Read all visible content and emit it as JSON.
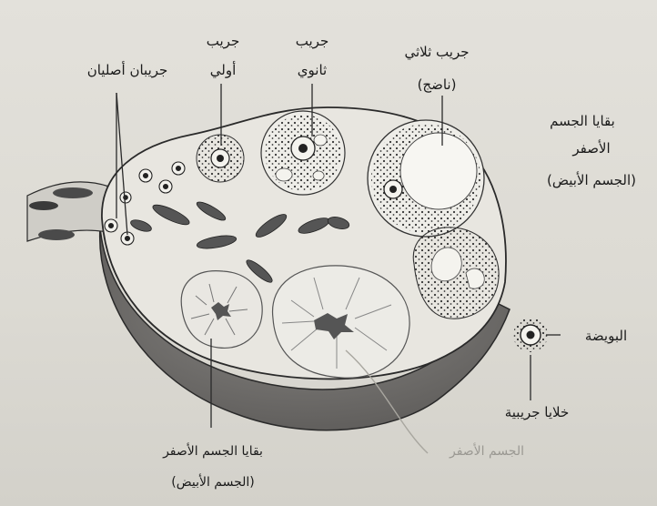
{
  "diagram": {
    "labels": {
      "primordial_follicles": "جريبان أصليان",
      "primary_follicle_l1": "جريب",
      "primary_follicle_l2": "أولي",
      "secondary_follicle_l1": "جريب",
      "secondary_follicle_l2": "ثانوي",
      "tertiary_follicle_l1": "جريب ثلاثي",
      "tertiary_follicle_l2": "(ناضج)",
      "corpus_luteum_remnant_right_l1": "بقايا الجسم",
      "corpus_luteum_remnant_right_l2": "الأصفر",
      "corpus_luteum_remnant_right_l3": "(الجسم الأبيض)",
      "ovum": "البويضة",
      "follicular_cells": "خلايا جريبية",
      "corpus_luteum_remnant_bottom_l1": "بقايا الجسم الأصفر",
      "corpus_luteum_remnant_bottom_l2": "(الجسم الأبيض)",
      "corpus_luteum": "الجسم الأصفر"
    },
    "colors": {
      "background": "#dcdad3",
      "ovary_surface": "#e6e4de",
      "ovary_shadow": "#6f6d6a",
      "outline": "#2a2a2a"
    }
  }
}
